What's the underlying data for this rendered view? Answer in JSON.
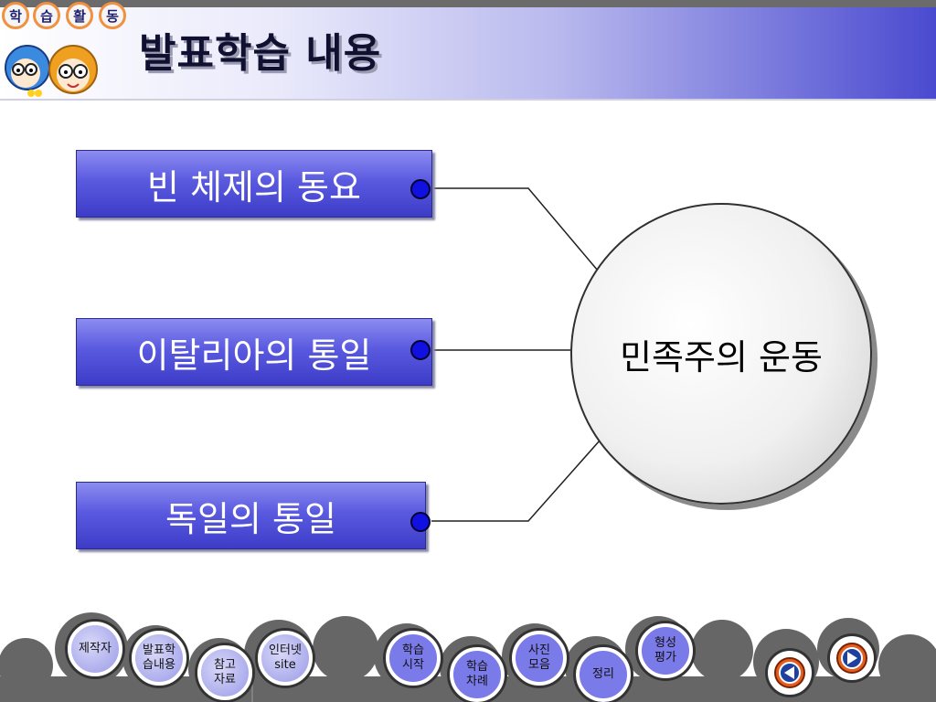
{
  "header": {
    "badges": [
      "학",
      "습",
      "활",
      "동"
    ],
    "title": "발표학습 내용"
  },
  "diagram": {
    "topics": [
      "빈 체제의 동요",
      "이탈리아의 통일",
      "독일의 통일"
    ],
    "center": "민족주의 운동"
  },
  "nav": {
    "buttons": [
      {
        "line1": "제작자",
        "line2": ""
      },
      {
        "line1": "발표학",
        "line2": "습내용"
      },
      {
        "line1": "참고",
        "line2": "자료"
      },
      {
        "line1": "인터넷",
        "line2": "site"
      },
      {
        "line1": "학습",
        "line2": "시작"
      },
      {
        "line1": "학습",
        "line2": "차례"
      },
      {
        "line1": "사진",
        "line2": "모음"
      },
      {
        "line1": "정리",
        "line2": ""
      },
      {
        "line1": "형성",
        "line2": "평가"
      }
    ]
  },
  "colors": {
    "accent": "#4a4ad0",
    "box": "#5a5ae0",
    "dot": "#1010e0",
    "badge_border": "#f09040"
  },
  "icons": {
    "prev": "prev-arrow-icon",
    "next": "next-arrow-icon"
  }
}
